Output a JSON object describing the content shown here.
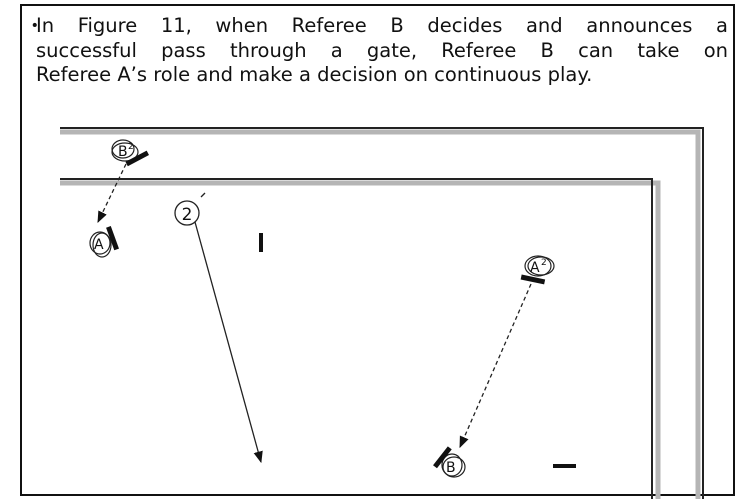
{
  "caption": {
    "bullet": "・",
    "lines": [
      "In Figure 11, when Referee B decides and announces a",
      "successful pass through a gate, Referee B can take on",
      "Referee A’s role and make a decision on continuous play."
    ]
  },
  "referees": {
    "b2": {
      "label": "B",
      "sup": "2"
    },
    "a": {
      "label": "A"
    },
    "a2": {
      "label": "A",
      "sup": "2"
    },
    "b": {
      "label": "B"
    }
  },
  "ball": {
    "label": "2"
  }
}
